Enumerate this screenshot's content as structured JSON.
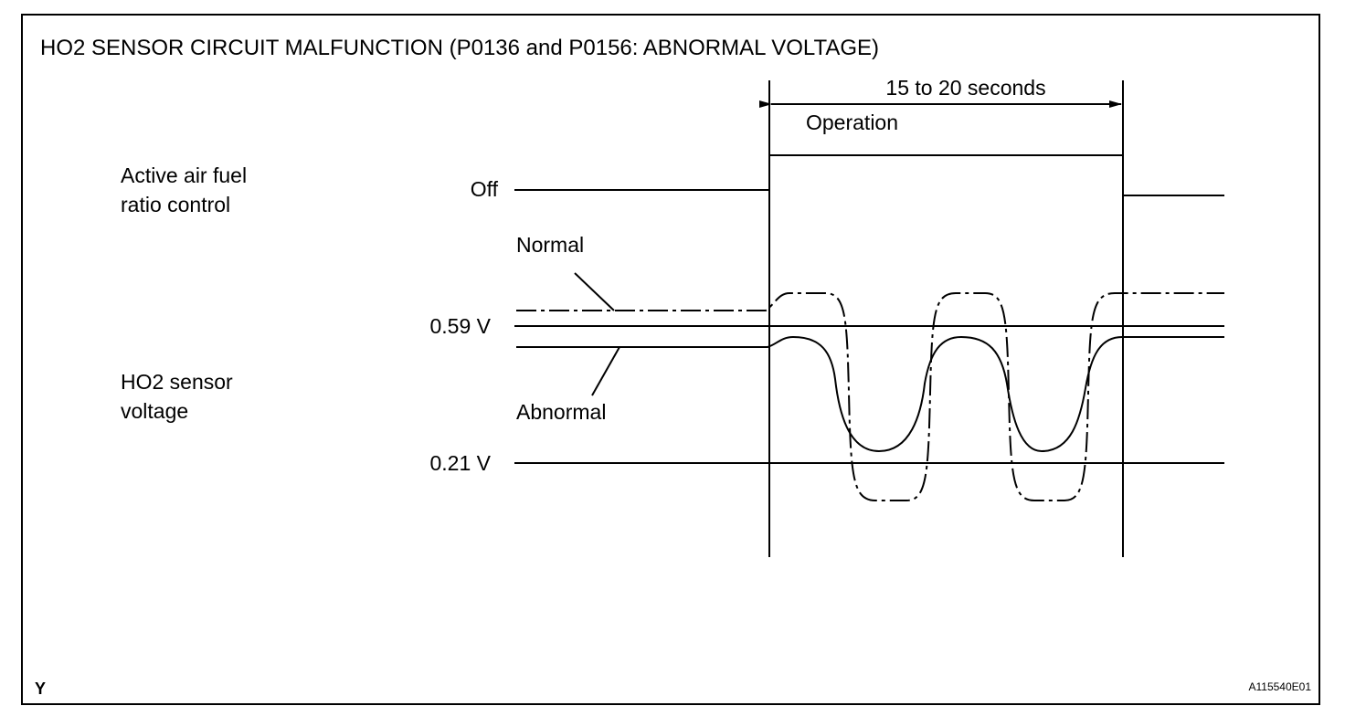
{
  "title": "HO2 SENSOR CIRCUIT MALFUNCTION (P0136 and P0156: ABNORMAL VOLTAGE)",
  "duration_label": "15 to 20 seconds",
  "operation_label": "Operation",
  "control_label_line1": "Active air fuel",
  "control_label_line2": "ratio control",
  "off_label": "Off",
  "normal_label": "Normal",
  "abnormal_label": "Abnormal",
  "voltage_high_label": "0.59 V",
  "voltage_low_label": "0.21 V",
  "sensor_label_line1": "HO2 sensor",
  "sensor_label_line2": "voltage",
  "corner_mark": "Y",
  "figure_id": "A115540E01"
}
